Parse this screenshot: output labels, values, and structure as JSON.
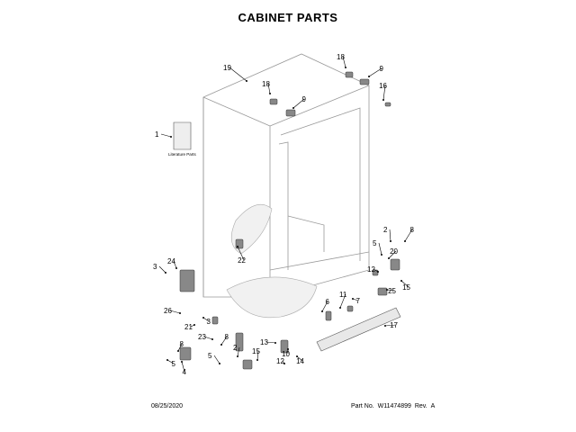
{
  "page": {
    "title": "CABINET PARTS",
    "date": "08/25/2020",
    "part_no_label": "Part No.",
    "part_no": "W11474899",
    "rev_label": "Rev.",
    "rev": "A"
  },
  "literature_label": "Literature Parts",
  "callouts": [
    "19",
    "18",
    "9",
    "18",
    "9",
    "16",
    "1",
    "2",
    "8",
    "5",
    "20",
    "12",
    "25",
    "15",
    "22",
    "24",
    "3",
    "26",
    "21",
    "3",
    "6",
    "11",
    "7",
    "17",
    "23",
    "8",
    "13",
    "4",
    "8",
    "5",
    "2",
    "15",
    "12",
    "10",
    "14",
    "5"
  ]
}
